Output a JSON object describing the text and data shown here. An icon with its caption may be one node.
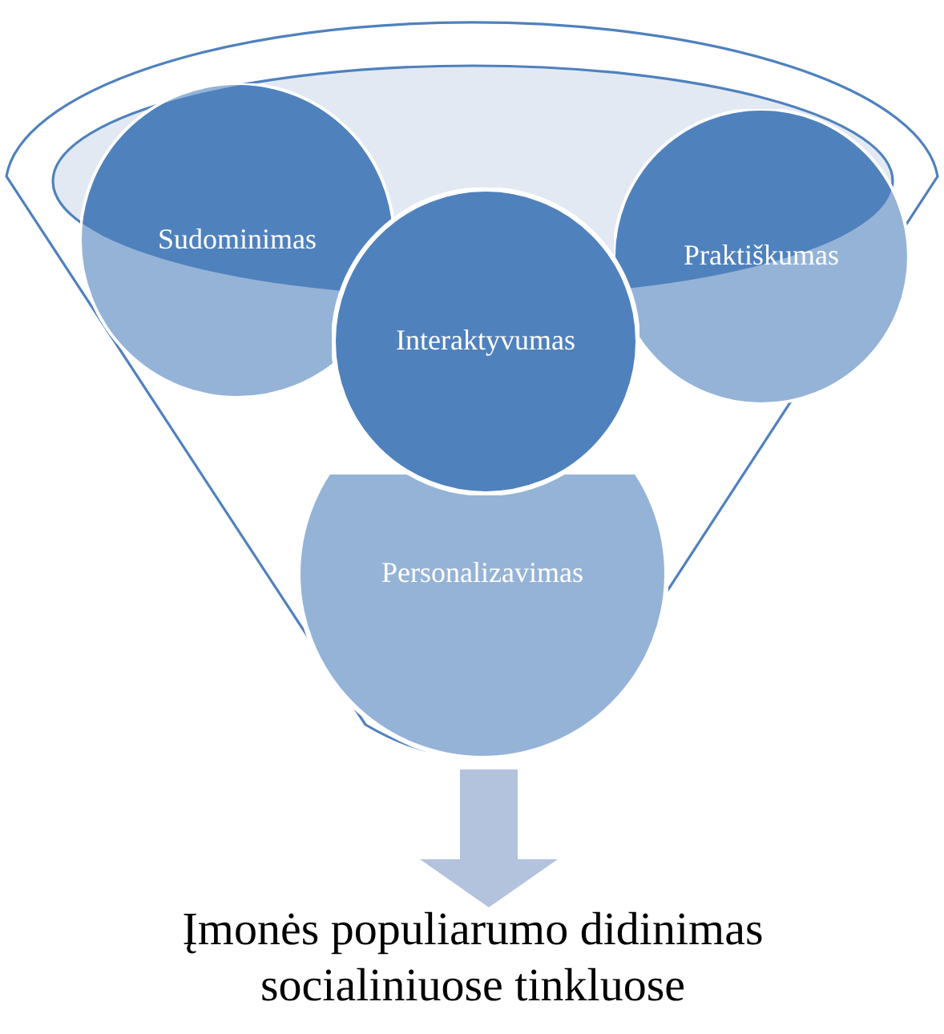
{
  "diagram": {
    "nodes": [
      {
        "text": [],
        "shape": "funnel"
      },
      {
        "text": [
          "Sudominimas"
        ],
        "in": 0
      },
      {
        "text": [
          "Interaktyvumas"
        ],
        "in": 0
      },
      {
        "text": [
          "Praktiškumas"
        ],
        "in": 0
      },
      {
        "text": [
          "Personalizavimas"
        ],
        "in": 0
      },
      {
        "text": [
          "Įmonės populiarumo didinimas socialiniuose tinkluose"
        ]
      }
    ],
    "edges": [
      {
        "from": 0,
        "to": 5,
        "arrow": "to"
      }
    ]
  }
}
